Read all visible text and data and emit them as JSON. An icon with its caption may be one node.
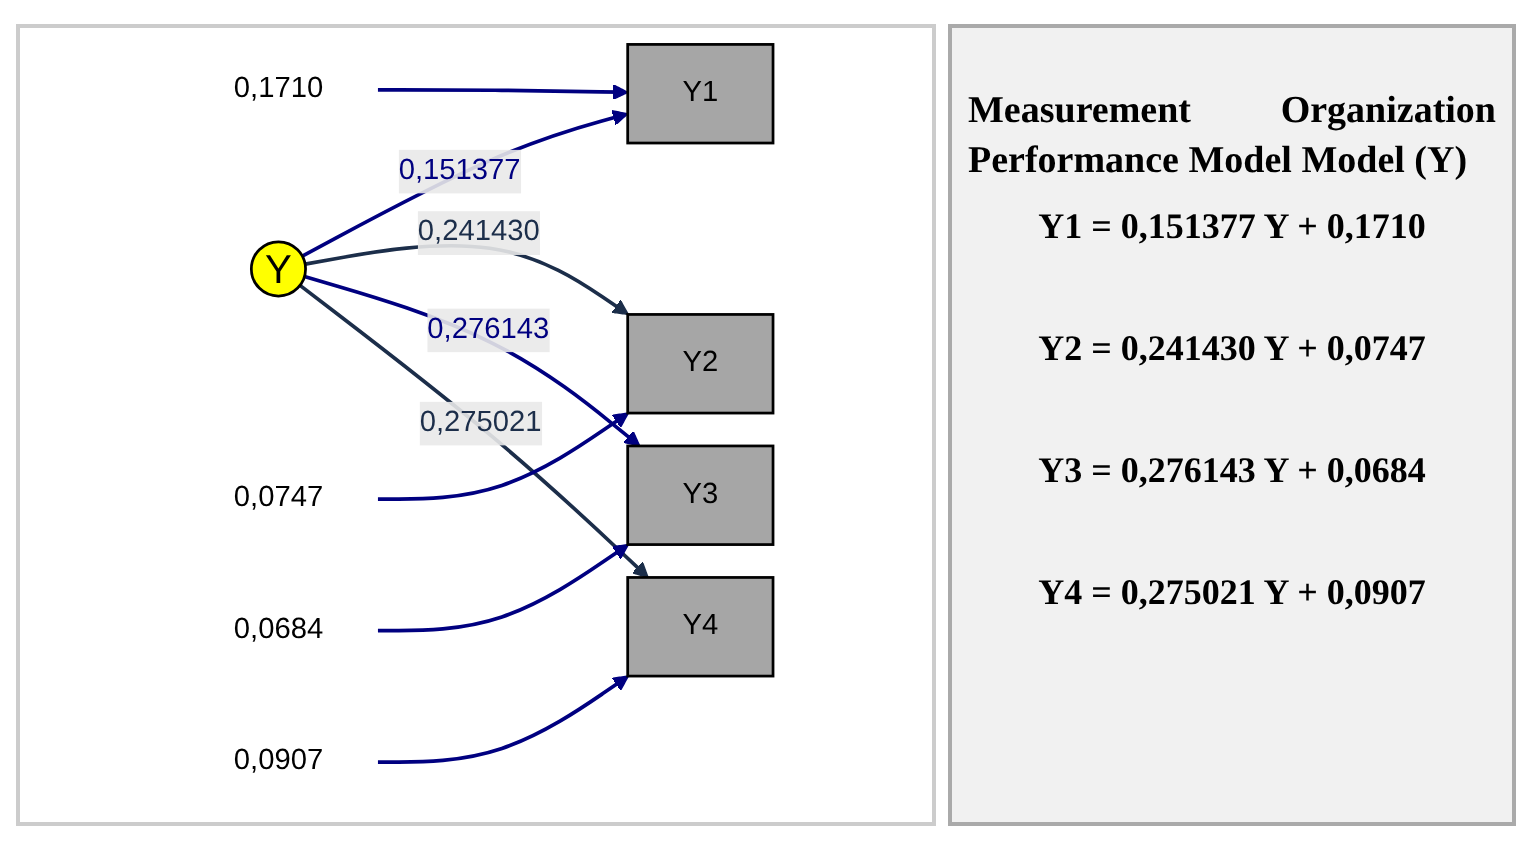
{
  "diagram": {
    "title": "Measurement Organization Performance Model Model (Y)",
    "nodes": [
      {
        "text": [
          "Y"
        ]
      },
      {
        "text": [
          "Y1"
        ]
      },
      {
        "text": [
          "Y2"
        ]
      },
      {
        "text": [
          "Y3"
        ]
      },
      {
        "text": [
          "Y4"
        ]
      },
      {
        "text": [
          "0,1710"
        ]
      },
      {
        "text": [
          "0,0747"
        ]
      },
      {
        "text": [
          "0,0684"
        ]
      },
      {
        "text": [
          "0,0907"
        ]
      }
    ],
    "edges": [
      {
        "from": 0,
        "to": 1,
        "arrow": "to",
        "label": "0,151377"
      },
      {
        "from": 0,
        "to": 2,
        "arrow": "to",
        "label": "0,241430",
        "color": "#1c2e4a"
      },
      {
        "from": 0,
        "to": 3,
        "arrow": "to",
        "label": "0,276143"
      },
      {
        "from": 0,
        "to": 4,
        "arrow": "to",
        "label": "0,275021",
        "color": "#1c2e4a"
      },
      {
        "from": 5,
        "to": 1,
        "arrow": "to"
      },
      {
        "from": 6,
        "to": 2,
        "arrow": "to"
      },
      {
        "from": 7,
        "to": 3,
        "arrow": "to"
      },
      {
        "from": 8,
        "to": 4,
        "arrow": "to"
      }
    ],
    "labels": [
      "Y1 = 0,151377 Y + 0,1710",
      "Y2 = 0,241430 Y + 0,0747",
      "Y3 = 0,276143 Y + 0,0684",
      "Y4 = 0,275021 Y + 0,0907"
    ]
  }
}
